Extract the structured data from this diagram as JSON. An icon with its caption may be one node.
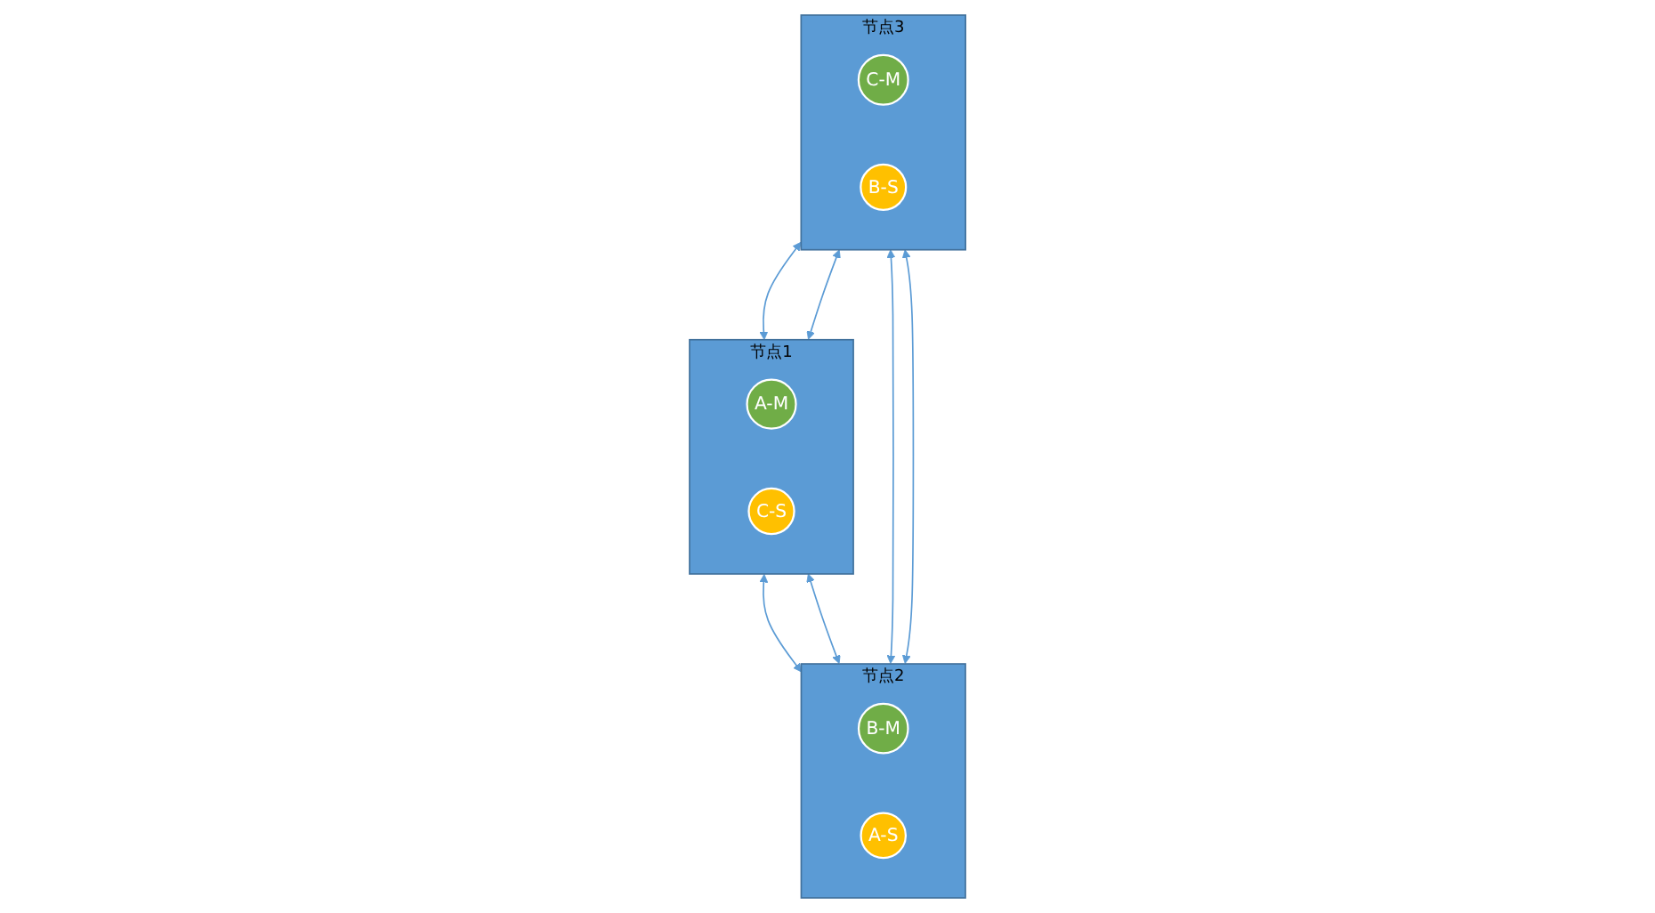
{
  "diagram": {
    "nodes": [
      {
        "text": [
          "节点1"
        ]
      },
      {
        "text": [
          "A-M"
        ],
        "in": 0
      },
      {
        "text": [
          "C-S"
        ],
        "in": 0
      },
      {
        "text": [
          "节点2"
        ]
      },
      {
        "text": [
          "B-M"
        ],
        "in": 3
      },
      {
        "text": [
          "A-S"
        ],
        "in": 3
      },
      {
        "text": [
          "节点3"
        ]
      },
      {
        "text": [
          "C-M"
        ],
        "in": 6
      },
      {
        "text": [
          "B-S"
        ],
        "in": 6
      }
    ],
    "edges": [
      {
        "from": 0,
        "to": 3,
        "arrow": "both"
      },
      {
        "from": 3,
        "to": 0,
        "arrow": "both"
      },
      {
        "from": 0,
        "to": 6,
        "arrow": "both"
      },
      {
        "from": 6,
        "to": 0,
        "arrow": "both"
      },
      {
        "from": 3,
        "to": 6,
        "arrow": "both"
      },
      {
        "from": 3,
        "to": 6,
        "arrow": "both"
      }
    ]
  }
}
